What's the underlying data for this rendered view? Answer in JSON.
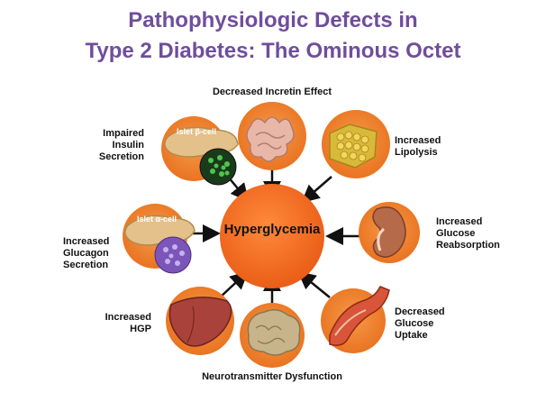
{
  "title": {
    "line1": "Pathophysiologic Defects in",
    "line2": "Type 2 Diabetes: The Ominous Octet"
  },
  "hub": {
    "label": "Hyperglycemia",
    "color": "#f26b22"
  },
  "cell_tags": {
    "beta": "Islet β-cell",
    "alpha": "Islet α-cell"
  },
  "defects": {
    "insulin": [
      "Impaired",
      "Insulin",
      "Secretion"
    ],
    "incretin": [
      "Decreased Incretin Effect"
    ],
    "lipolysis": [
      "Increased",
      "Lipolysis"
    ],
    "glucagon": [
      "Increased",
      "Glucagon",
      "Secretion"
    ],
    "reabsorption": [
      "Increased",
      "Glucose",
      "Reabsorption"
    ],
    "hgp": [
      "Increased",
      "HGP"
    ],
    "uptake": [
      "Decreased",
      "Glucose",
      "Uptake"
    ],
    "neuro": [
      "Neurotransmitter Dysfunction"
    ]
  },
  "colors": {
    "title": "#6f4e9c",
    "organ_circle": "#f07f2a",
    "arrow": "#111111"
  }
}
